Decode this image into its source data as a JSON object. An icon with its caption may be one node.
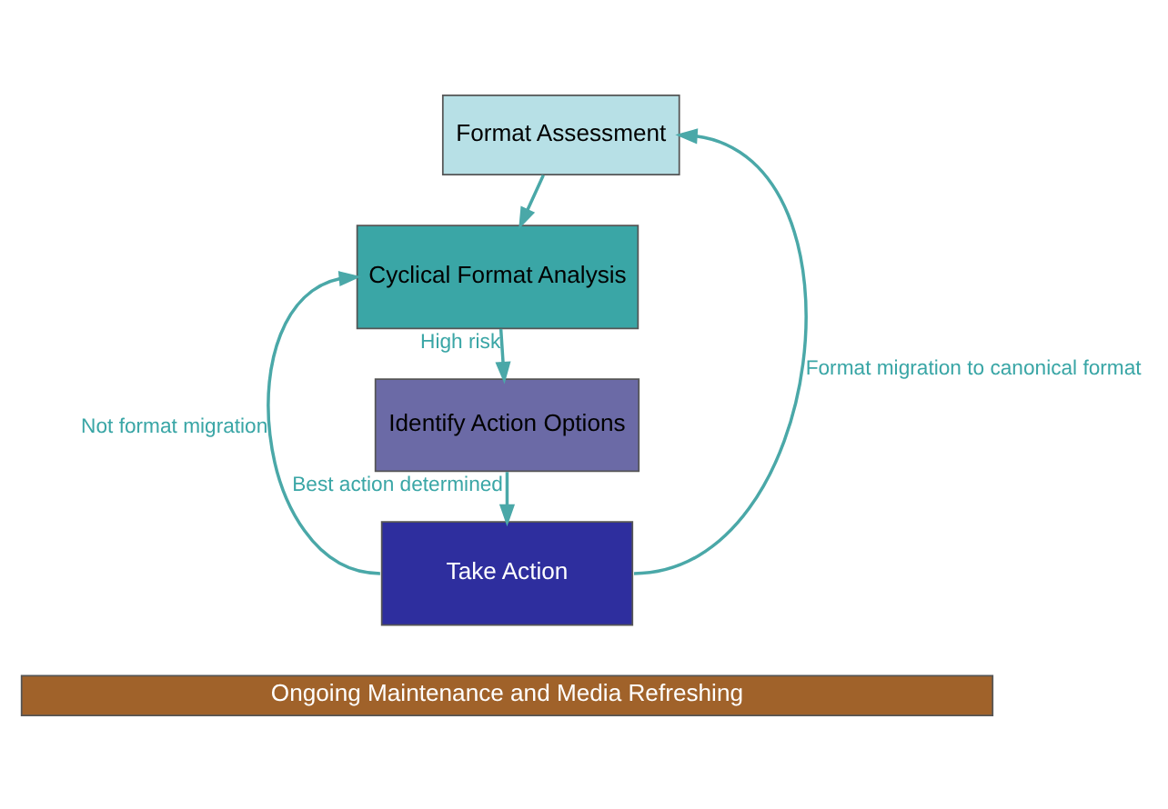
{
  "diagram": {
    "nodes": [
      {
        "text": [
          "Format Assessment"
        ]
      },
      {
        "text": [
          "Cyclical Format Analysis"
        ]
      },
      {
        "text": [
          "Identify Action Options"
        ]
      },
      {
        "text": [
          "Take Action"
        ]
      },
      {
        "text": [
          "Ongoing Maintenance and Media Refreshing"
        ]
      }
    ],
    "edges": [
      {
        "from": 0,
        "to": 1,
        "arrow": "to"
      },
      {
        "from": 1,
        "to": 2,
        "arrow": "to",
        "label": "High risk"
      },
      {
        "from": 2,
        "to": 3,
        "arrow": "to",
        "label": "Best action determined"
      },
      {
        "from": 3,
        "to": 0,
        "arrow": "to",
        "label": "Format migration to canonical format"
      },
      {
        "from": 3,
        "to": 1,
        "arrow": "to",
        "label": "Not format migration"
      }
    ]
  }
}
